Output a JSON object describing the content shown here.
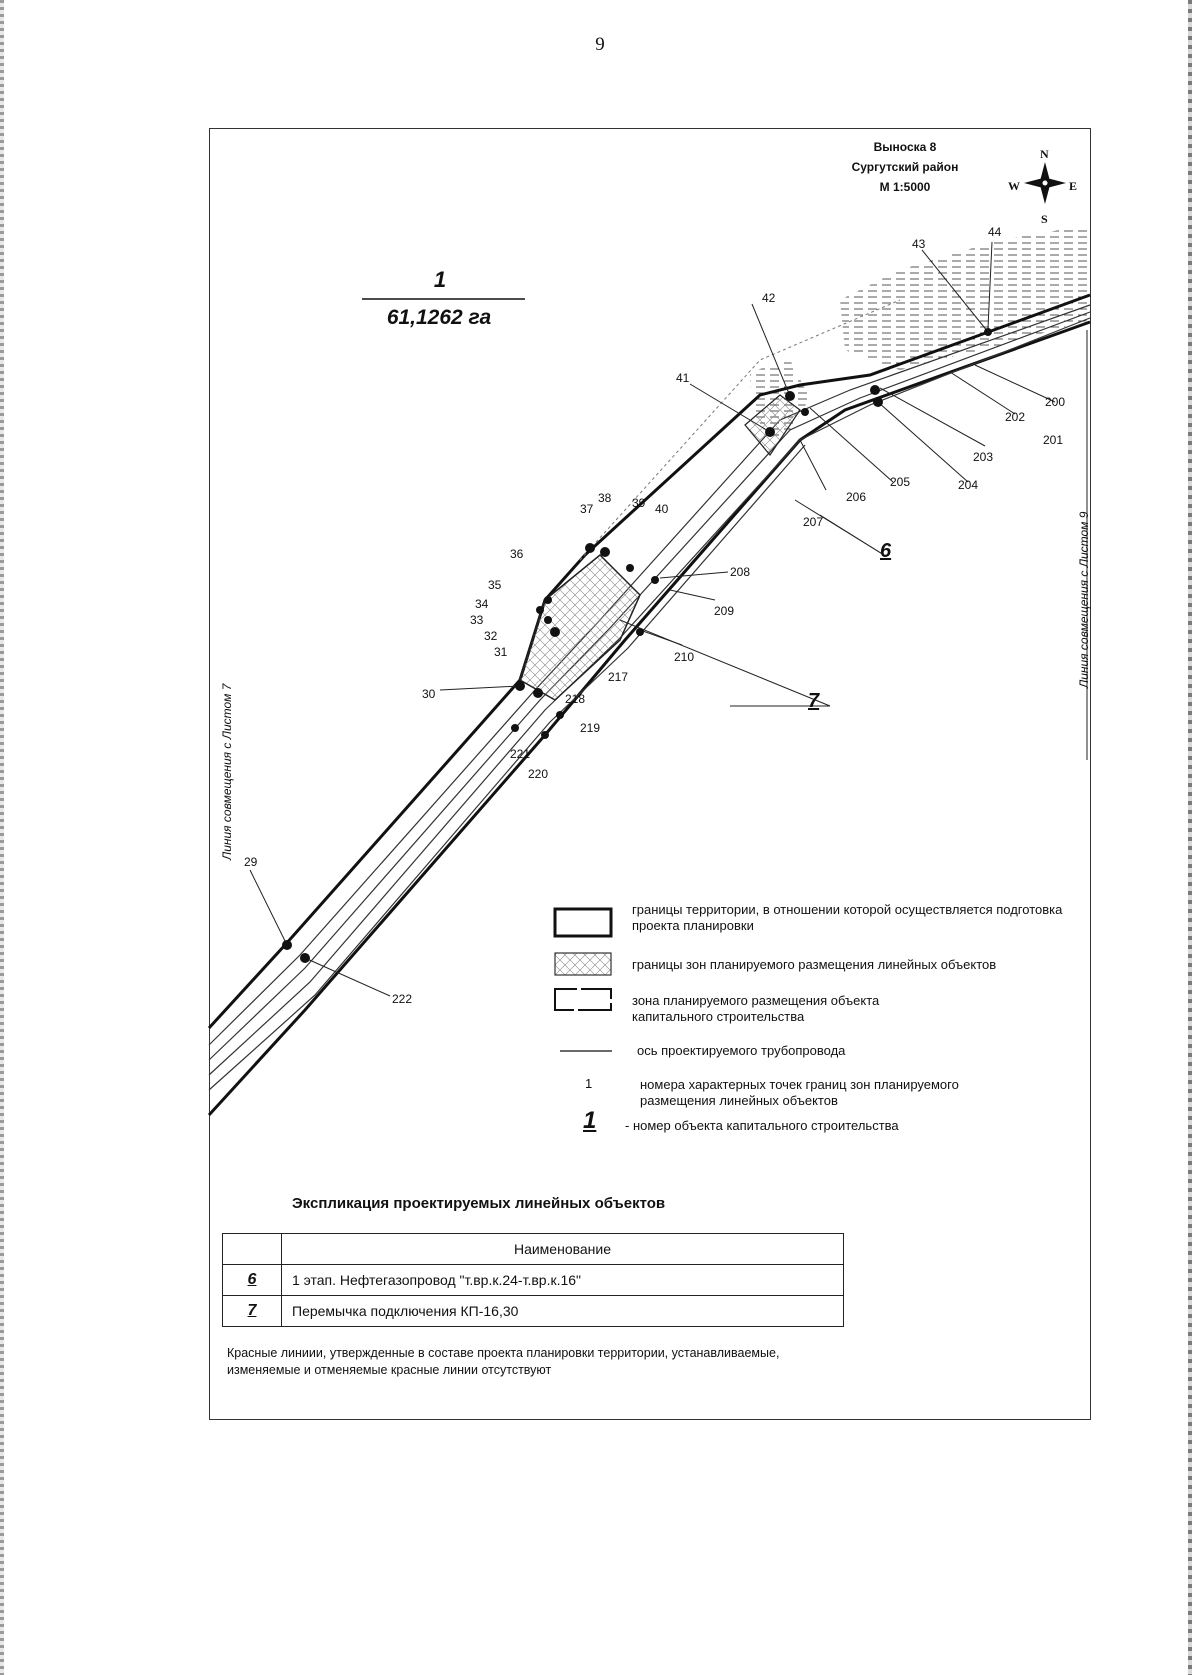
{
  "page_number": "9",
  "header": {
    "callout_title": "Выноска 8",
    "district": "Сургутский район",
    "scale": "М 1:5000"
  },
  "compass": {
    "n": "N",
    "s": "S",
    "w": "W",
    "e": "E"
  },
  "object_label": {
    "number": "1",
    "area": "61,1262 га"
  },
  "side_labels": {
    "left": "Линия совмещения с Листом 7",
    "right": "Линия совмещения с Листом 9"
  },
  "callouts": {
    "pipeline": "6",
    "bridge": "7"
  },
  "points": {
    "p29": "29",
    "p30": "30",
    "p31": "31",
    "p32": "32",
    "p33": "33",
    "p34": "34",
    "p35": "35",
    "p36": "36",
    "p37": "37",
    "p38": "38",
    "p39": "39",
    "p40": "40",
    "p41": "41",
    "p42": "42",
    "p43": "43",
    "p44": "44",
    "p200": "200",
    "p201": "201",
    "p202": "202",
    "p203": "203",
    "p204": "204",
    "p205": "205",
    "p206": "206",
    "p207": "207",
    "p208": "208",
    "p209": "209",
    "p210": "210",
    "p217": "217",
    "p218": "218",
    "p219": "219",
    "p220": "220",
    "p221": "221",
    "p222": "222"
  },
  "legend": {
    "item1": "границы территории, в отношении которой осуществляется подготовка проекта планировки",
    "item2": "границы зон планируемого размещения линейных объектов",
    "item3": "зона планируемого размещения объекта капитального строительства",
    "item4": "ось проектируемого трубопровода",
    "item5_num": "1",
    "item5": "номера характерных точек границ зон планируемого размещения линейных объектов",
    "item6_num": "1",
    "item6": "- номер объекта капитального строительства"
  },
  "table": {
    "title": "Экспликация проектируемых линейных объектов",
    "header": "Наименование",
    "rows": [
      {
        "code": "6",
        "name": "1 этап. Нефтегазопровод \"т.вр.к.24-т.вр.к.16\""
      },
      {
        "code": "7",
        "name": "Перемычка подключения КП-16,30"
      }
    ]
  },
  "footer_note": "Красные линиии, утвержденные в составе проекта планировки территории, устанавливаемые, изменяемые и отменяемые красные линии отсутствуют"
}
